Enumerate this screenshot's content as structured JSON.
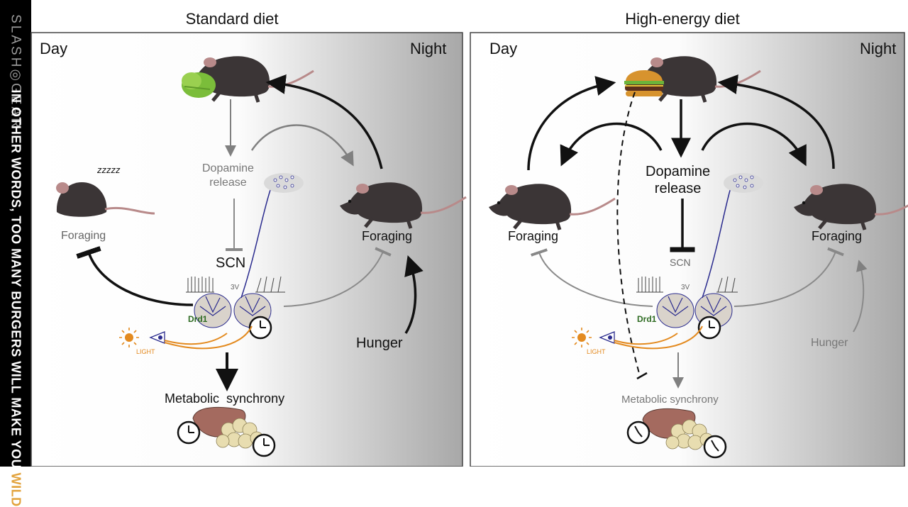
{
  "sidebar": {
    "brand": "SLASH◎GEAR",
    "tagline_main": "IN OTHER WORDS, TOO MANY BURGERS WILL MAKE YOU ",
    "tagline_highlight": "WILD"
  },
  "left_panel": {
    "title": "Standard diet",
    "day": "Day",
    "night": "Night",
    "sleep_zzz": "zzzzz",
    "foraging_left": "Foraging",
    "foraging_right": "Foraging",
    "dopamine": "Dopamine\nrelease",
    "scn": "SCN",
    "third_ventricle": "3V",
    "drd1": "Drd1",
    "light": "LIGHT",
    "hunger": "Hunger",
    "metabolic": "Metabolic  synchrony"
  },
  "right_panel": {
    "title": "High-energy diet",
    "day": "Day",
    "night": "Night",
    "foraging_left": "Foraging",
    "foraging_right": "Foraging",
    "dopamine": "Dopamine\nrelease",
    "scn": "SCN",
    "third_ventricle": "3V",
    "drd1": "Drd1",
    "light": "LIGHT",
    "hunger": "Hunger",
    "metabolic": "Metabolic synchrony"
  },
  "colors": {
    "mouse": "#3b3536",
    "ear": "#b88a8a",
    "neuron": "#2a2b8e",
    "light_path": "#e38a1f",
    "liver": "#a46a5f",
    "fat": "#e8ddb0",
    "drd1": "#2e6b22"
  }
}
